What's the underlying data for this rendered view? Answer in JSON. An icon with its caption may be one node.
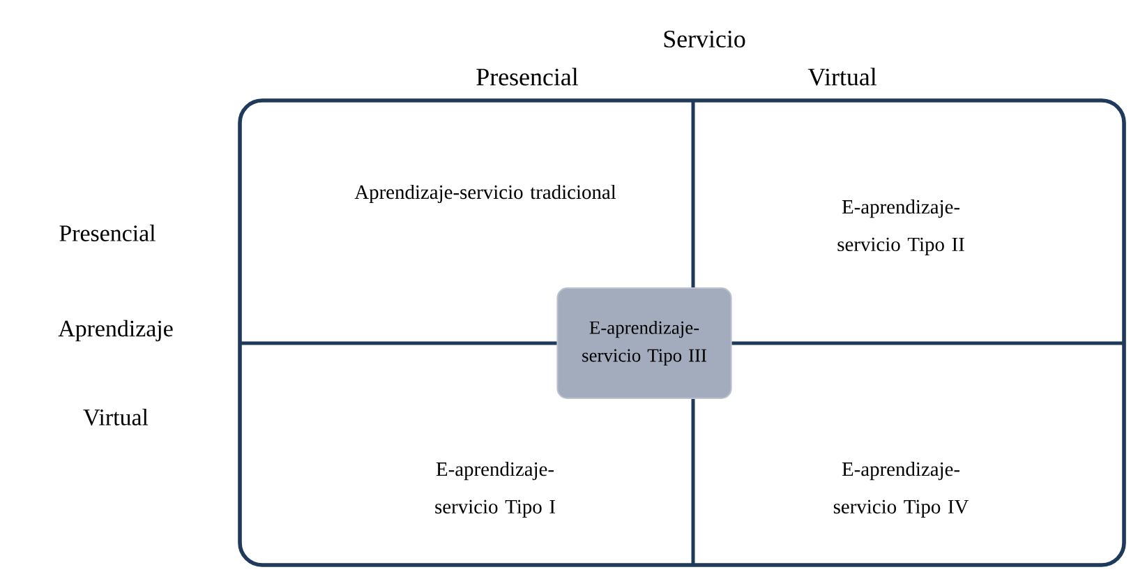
{
  "diagram": {
    "nodes": [
      {
        "text": [
          "Aprendizaje-servicio tradicional"
        ]
      },
      {
        "text": [
          "E-aprendizaje-servicio Tipo II"
        ]
      },
      {
        "text": [
          "E-aprendizaje-servicio Tipo III"
        ]
      },
      {
        "text": [
          "E-aprendizaje-servicio Tipo I"
        ]
      },
      {
        "text": [
          "E-aprendizaje-servicio Tipo IV"
        ]
      }
    ],
    "labels": [
      "Servicio",
      "Presencial",
      "Virtual",
      "Presencial",
      "Aprendizaje",
      "Virtual"
    ]
  }
}
